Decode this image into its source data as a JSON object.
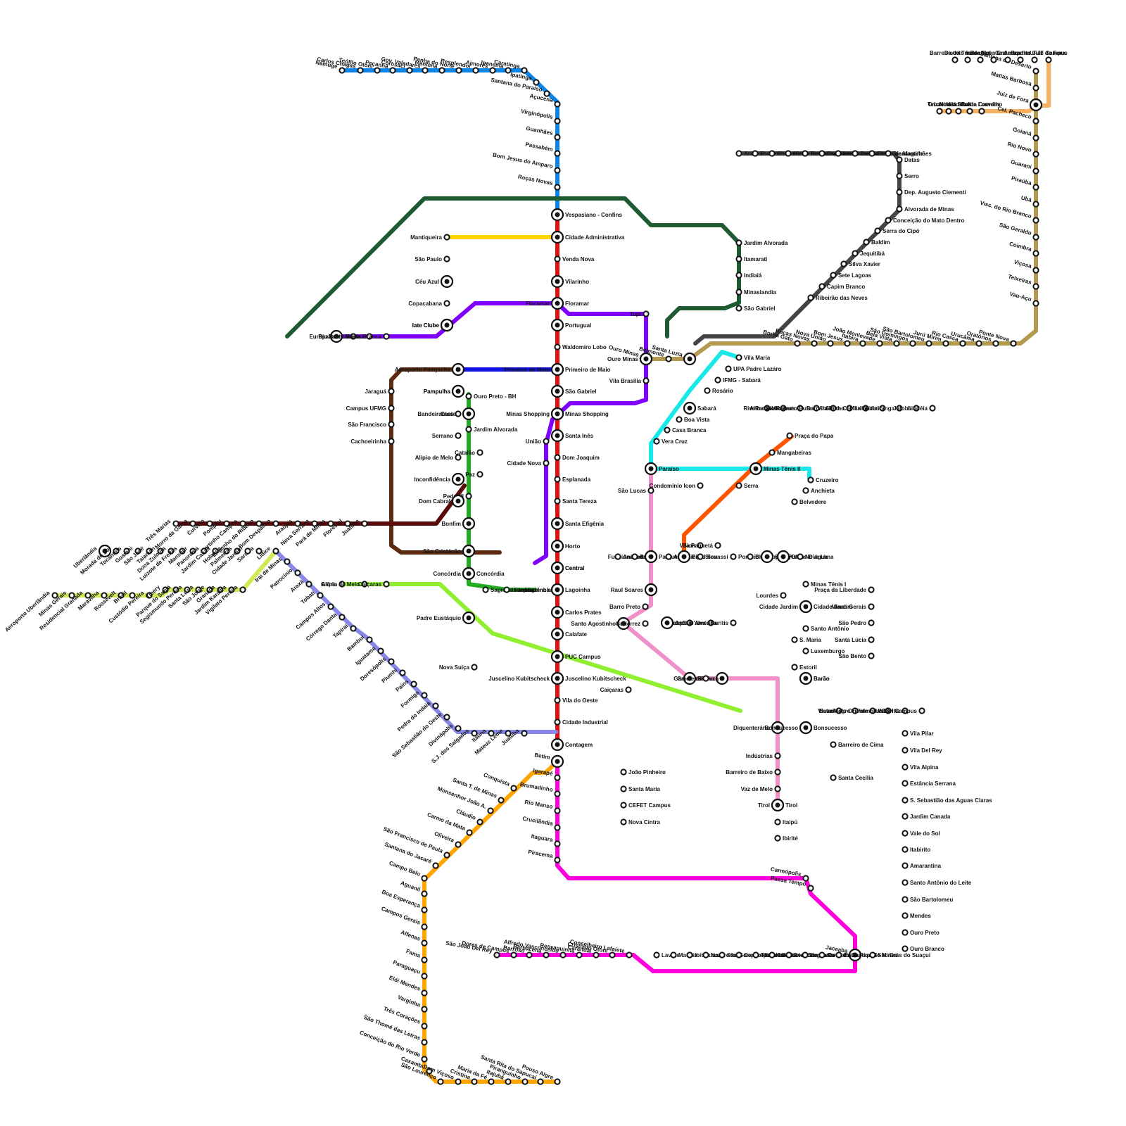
{
  "lines": [
    {
      "name": "",
      "color": "#e01010",
      "stations": [
        "Vespasiano - Confins",
        "Cidade Administrativa",
        "Venda Nova",
        "Vilarinho",
        "Floramar",
        "Portugual",
        "Waldomiro Lobo",
        "Primeiro de Maio",
        "São Gabriel",
        "Minas Shopping",
        "Santa Inês",
        "Dom Joaquim",
        "Esplanada",
        "Santa Tereza",
        "Santa Efigênia",
        "Horto",
        "Central",
        "Lagoinha",
        "Carlos Prates",
        "Calafate",
        "PUC Campus",
        "Juscelino Kubitscheck",
        "Vila do Oeste",
        "Cidade Industrial",
        "Contagem"
      ]
    },
    {
      "name": "",
      "color": "#0b86e8",
      "stations": [
        "Namuge",
        "Carlos Chagas",
        "Teófilo Otoni",
        "Peçanha",
        "Corosaci",
        "Gov. Valadares",
        "Mantena",
        "Penha do Norte",
        "Resplendor",
        "Aimorés",
        "Ipanema",
        "Caratinga",
        "Ipatinga",
        "Santana do Paraíso",
        "Açucena",
        "Virginópolis",
        "Guanhães",
        "Passabém",
        "Bom Jesus do Amparo",
        "Roças Novas"
      ]
    },
    {
      "name": "",
      "color": "#ff00dd",
      "stations": [
        "Betim",
        "Igarapé",
        "Brumadinho",
        "Rio Manso",
        "Crucilândia",
        "Itaguara",
        "Piracema",
        "Carmópolis",
        "Passa Tempo",
        "Jaceaba",
        "São João Del Rey",
        "Dores de Campos",
        "Barroso",
        "Barbacena",
        "Alfredo Vasconcelos",
        "Ressaquinha",
        "Carandaí",
        "Cristiano Otoni",
        "Conselheiro Lafaiete"
      ]
    },
    {
      "name": "",
      "color": "#ffa500",
      "stations": [
        "Conquista",
        "Santa T. de Minas",
        "Monsenhor João A.",
        "Cláudio",
        "Carmo da Mata",
        "Oliveira",
        "São Francisco de Paula",
        "Santana do Jacaré",
        "Campo Belo",
        "Aguanil",
        "Boa Esperança",
        "Campos Gerais",
        "Alfenas",
        "Fama",
        "Paraguaçu",
        "Elói Mendes",
        "Varginha",
        "Três Corações",
        "São Thomé das Letras",
        "Conceição do Rio Verde",
        "Caxambu",
        "São Lourenço",
        "Dom Viçoso",
        "Cristina",
        "Maria da Fé",
        "Itajubá",
        "Piranguinho",
        "Santa Rita do Sapucaí",
        "Pouso Algre"
      ]
    },
    {
      "name": "",
      "color": "#b39a50",
      "stations": [
        "Santana do Deserto",
        "Matias Barbosa",
        "Juiz de Fora",
        "Cel. Pacheco",
        "Goianá",
        "Rio Novo",
        "Guarani",
        "Piraúba",
        "Ubá",
        "Visc. do Rio Branco",
        "São Geraldo",
        "Coimbra",
        "Viçosa",
        "Teixeiras",
        "Vau-Açu",
        "Ponte Nova",
        "Oratórios",
        "Urucânia",
        "Rio Casca",
        "Jurú Mirim",
        "São Bartolomeu",
        "São Domingos",
        "Bela Vista",
        "João Monlevade",
        "Itabira",
        "Bom Jesus",
        "Nova União",
        "Roças Novas",
        "Borba Gato",
        "Santa Luzia",
        "Belmonte",
        "Ouro Minas"
      ]
    },
    {
      "name": "",
      "color": "#f5b060",
      "stations": [
        "UFJF Campus",
        "Aeroporto Juiz de Fora",
        "Bonfim",
        "Cerâmica",
        "Nova Era",
        "Benfica",
        "Distrito Industrial",
        "Barreira do Triunfo",
        "Costa Carvalho",
        "Nossa Sra. de Lourdes",
        "Vila Ideal",
        "Cruzeiro do Sul",
        "Teixeiras"
      ]
    },
    {
      "name": "",
      "color": "#444444",
      "stations": [
        "Araçuaí",
        "Tocoiós",
        "Chapada do Norte",
        "Minas Novas",
        "Turmalina",
        "Capelinha",
        "Itamarandiba",
        "Carbonita",
        "Couto de Magalhães",
        "Diamantina",
        "Datas",
        "Serro",
        "Dep. Augusto Clementi",
        "Alvorada de Minas",
        "Conceição do Mato Dentro",
        "Serra do Cipó",
        "Baldim",
        "Jequitibá",
        "Silva Xavier",
        "Sete Lagoas",
        "Capim Branco",
        "Ribeirão das Neves"
      ]
    },
    {
      "name": "",
      "color": "#ffd400",
      "stations": [
        "Mantiqueira",
        "São Paulo",
        "Céu Azul",
        "Copacabana",
        "Iate Clube",
        "Pampulha",
        "Castelo",
        "Catalão",
        "Paz",
        "Pedro II",
        "Bonfim",
        "São Cristóvão",
        "Sion",
        "Vila Paquetá",
        "Funcionários",
        "Marajó",
        "Estrela D'alva",
        "Buritis"
      ]
    },
    {
      "name": "",
      "color": "#8000ff",
      "stations": [
        "Europa",
        "Rio Branco",
        "Santa Mônica",
        "Santa Branca",
        "Iate Clube",
        "Floramar",
        "Tupi",
        "Vila Brasília",
        "Minas Shopping",
        "União",
        "Cidade Nova",
        "Concórdia",
        "Lagoinha",
        "Raul Soares",
        "Lourdes",
        "Cidade Jardim"
      ]
    },
    {
      "name": "",
      "color": "#1010e0",
      "stations": [
        "Aeroporto Pampulha",
        "Primeiro de Maio",
        "Ouro Minas",
        "Pampulha",
        "Bandeirantes",
        "Serrano",
        "Alípio de Melo",
        "Inconfidência",
        "Dom Cabral",
        "Padre Eustáquio",
        "Juscelino Kubitscheck",
        "Caiçaras",
        "Diquenterário",
        "Bonsucesso"
      ]
    },
    {
      "name": "",
      "color": "#22aa22",
      "stations": [
        "Ouro Preto - BH",
        "Jardim Alvorada",
        "Concórdia",
        "Sagrada Família",
        "Independência",
        "Central",
        "Andradas",
        "Brasil",
        "Parque Municipal",
        "ABC",
        "Pátio Savassi",
        "Sion",
        "Ponteio",
        "BH Shopping",
        "Seis Pistas",
        "Olhos D´água",
        "Nova Lima"
      ]
    },
    {
      "name": "",
      "color": "#90f030",
      "stations": [
        "Glória",
        "Alípio de Melo",
        "Caiçaras",
        "Nova Suiça",
        "Salgado Filho",
        "Riveira",
        "Pilar",
        "Alto das Antenas",
        "Parque Roberto Bute",
        "Barreiro",
        "Vila Pinho",
        "Santa Cecília",
        "Marilândia",
        "Piratininga",
        "Jatobá",
        "Lindéia",
        "Condomínio Icon",
        "Havaí",
        "Vista Alegre",
        "Estrela do Oriente",
        "Palmeiras",
        "Buritis",
        "UNIBH Campus"
      ]
    },
    {
      "name": "",
      "color": "#18e8e8",
      "stations": [
        "Vila Maria",
        "UPA Padre Lazáro",
        "IFMG - Sabará",
        "Rosário",
        "Sabará",
        "Boa Vista",
        "Casa Branca",
        "Vera Cruz",
        "Paraíso",
        "Minas Tênis II",
        "Cruzeiro",
        "Anchieta",
        "Belvedere",
        "Jardim América",
        "Barroca",
        "Barão",
        "S. Maria",
        "Estoril"
      ]
    },
    {
      "name": "",
      "color": "#f090c8",
      "stations": [
        "São Lucas",
        "Barro Preto",
        "Santo Agostinho",
        "Gutierrez",
        "Gameleira",
        "Indústrias",
        "Barreiro de Baixo",
        "Vaz de Melo",
        "Tirol"
      ]
    },
    {
      "name": "",
      "color": "#ff5500",
      "stations": [
        "Praça do Papa",
        "Mangabeiras",
        "Serra",
        "Minas Tênis I",
        "Cidade Jardim",
        "Santo Antônio",
        "Luxemburgo",
        "Barão",
        "Bonsucesso",
        "Barreiro de Cima",
        "Santa Cecília",
        "Tirol",
        "Itaipú",
        "Ibirité"
      ]
    },
    {
      "name": "",
      "color": "#5c2a10",
      "stations": [
        "Jaraguá",
        "Campus UFMG",
        "São Francisco",
        "Cachoeirinha",
        "Praça da Liberdade",
        "Minas Gerais",
        "São Pedro",
        "Santa Lúcia",
        "São Bento"
      ]
    },
    {
      "name": "",
      "color": "#5a0a0a",
      "stations": [
        "Três Marias",
        "Morro da Garça",
        "Curvelo",
        "Pompéu",
        "Martinho Campos",
        "Engenho do Ribeiro",
        "Bom Despacho",
        "Araújos",
        "Nova Serrana",
        "Pará de Minas",
        "Florestal",
        "Juatuba"
      ]
    },
    {
      "name": "",
      "color": "#d4e855",
      "stations": [
        "Aeroporto Uberlândia",
        "Minas Gerais",
        "Residencial Granada",
        "Maravilha",
        "Roosevelt",
        "Brasil",
        "Custódio Pereira",
        "Tibery",
        "Parque do Sabiá",
        "Segismundo Pereira",
        "Santa Luzia",
        "São Jorge",
        "Granada",
        "Jardim Karaíba",
        "Vigilato Pereira",
        "Saraiva",
        "Lídice",
        "Uberlândia",
        "Morada do Sol",
        "Tocantins",
        "Guarani",
        "São José",
        "Taiaman",
        "Dona Zulmira",
        "Luizote de Freitas",
        "Mansour",
        "Panorama",
        "Jardim Canaã",
        "Holanda",
        "Palmeiras",
        "Cidade Jardim",
        "Patrimônio",
        "Fundinho"
      ]
    },
    {
      "name": "",
      "color": "#8888e8",
      "stations": [
        "Irai de Minas",
        "Patrocínio",
        "Araxá",
        "Tobati",
        "Campos Altos",
        "Córrego Danta",
        "Tapiraí",
        "Bambuí",
        "Iguatama",
        "Doresópolis",
        "Piumhi",
        "Pains",
        "Formiga",
        "Pedra do Indaiá",
        "São Sebastião do Oeste",
        "Divinópolis",
        "S.J. dos Salgados",
        "Itaúna",
        "Mateus Leme",
        "Juatuba"
      ]
    },
    {
      "name": "",
      "color": "#1e5a32",
      "stations": [
        "Jardim Alvorada",
        "Itamarati",
        "Indiaiá",
        "Minaslandia",
        "São Gabriel",
        "Vila Pilar",
        "Vila Del Rey",
        "Vila Alpina",
        "Estância Serrana",
        "S. Sebastião das Aguas Claras",
        "Jardim Canada",
        "Vale do Sol",
        "Itabirito",
        "Amarantina",
        "Santo Antônio do Leite",
        "São Bartolomeu",
        "Mendes",
        "Ouro Preto",
        "Ouro Branco",
        "João Pinheiro",
        "Santa Maria",
        "CEFET Campus",
        "Nova Cintra",
        "Lavras",
        "Macaia",
        "Ibituruna",
        "Nazareno",
        "São Gonçalo do Amarante",
        "Conceição da Barra",
        "Tiradentes",
        "Cel. Xavier Chaves",
        "Resende Costa",
        "Lagoa Dourada",
        "Serra do Camapuã",
        "Entre Rios de Minas",
        "São Brás do Suaçuí",
        "Congonhas"
      ]
    }
  ]
}
